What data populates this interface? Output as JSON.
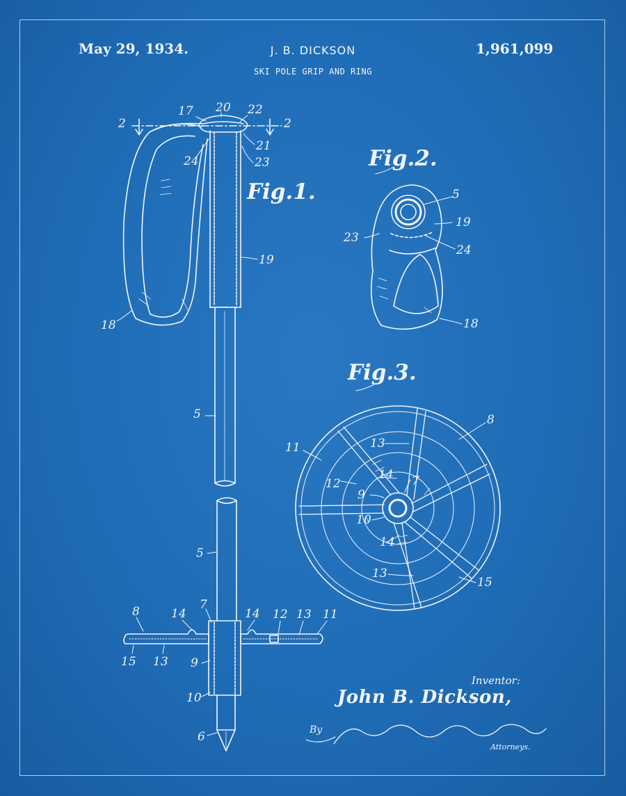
{
  "header": {
    "date": "May 29, 1934.",
    "inventor": "J. B. DICKSON",
    "patent_number": "1,961,099",
    "title": "SKI POLE GRIP AND RING"
  },
  "figures": {
    "fig1": "Fig.1.",
    "fig2": "Fig.2.",
    "fig3": "Fig.3."
  },
  "section_marks": {
    "left": "2",
    "right": "2"
  },
  "labels": {
    "l17": "17",
    "l20": "20",
    "l22": "22",
    "l21": "21",
    "l23a": "23",
    "l24a": "24",
    "l19a": "19",
    "l18a": "18",
    "l5a": "5",
    "l5b": "5",
    "l8a": "8",
    "l14a": "14",
    "l7a": "7",
    "l14b": "14",
    "l12a": "12",
    "l13a": "13",
    "l11a": "11",
    "l15a": "15",
    "l13b": "13",
    "l9a": "9",
    "l10a": "10",
    "l6a": "6",
    "l5c": "5",
    "l19b": "19",
    "l23b": "23",
    "l24b": "24",
    "l18b": "18",
    "l8b": "8",
    "l11b": "11",
    "l13c": "13",
    "l12b": "12",
    "l14c": "14",
    "l7b": "7",
    "l9b": "9",
    "l10b": "10",
    "l14d": "14",
    "l13d": "13",
    "l15b": "15"
  },
  "signature": {
    "inventor_label": "Inventor:",
    "inventor_name": "John B. Dickson,",
    "by": "By",
    "attorneys": "Attorneys."
  },
  "colors": {
    "background": "#1f6cb6",
    "ink": "#f1f5ff"
  }
}
